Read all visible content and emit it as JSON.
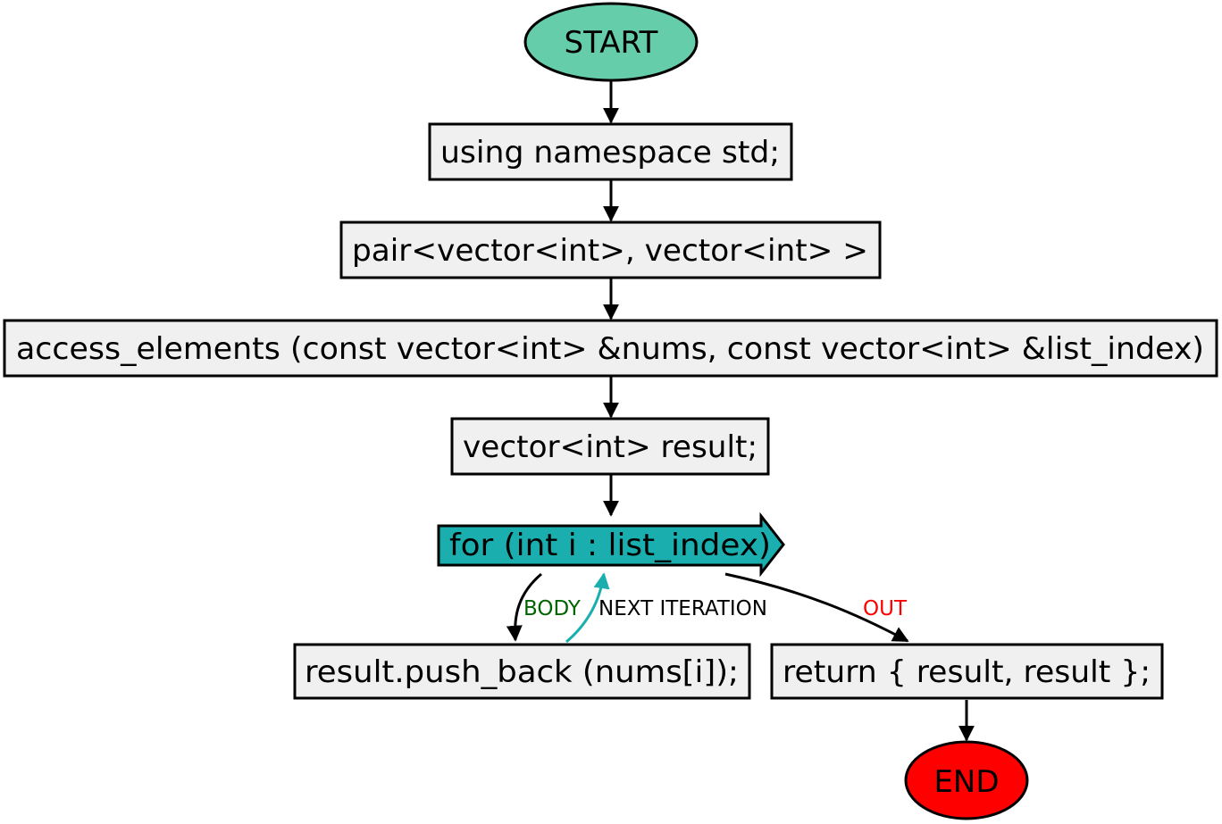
{
  "colors": {
    "start_fill": "#66cdaa",
    "end_fill": "#ff0000",
    "box_fill": "#f0f0f0",
    "loop_fill": "#1aaeae",
    "body_label": "#006400",
    "next_label": "#000000",
    "out_label": "#ff0000",
    "next_edge": "#1aaeae"
  },
  "nodes": {
    "start": "START",
    "using": "using namespace std;",
    "pair": "pair<vector<int>, vector<int> >",
    "access": "access_elements (const vector<int> &nums, const vector<int> &list_index)",
    "decl": "vector<int> result;",
    "loop": "for (int i : list_index)",
    "push": "result.push_back (nums[i]);",
    "ret": "return { result, result };",
    "end": "END"
  },
  "edges": {
    "body": "BODY",
    "next": "NEXT ITERATION",
    "out": "OUT"
  }
}
